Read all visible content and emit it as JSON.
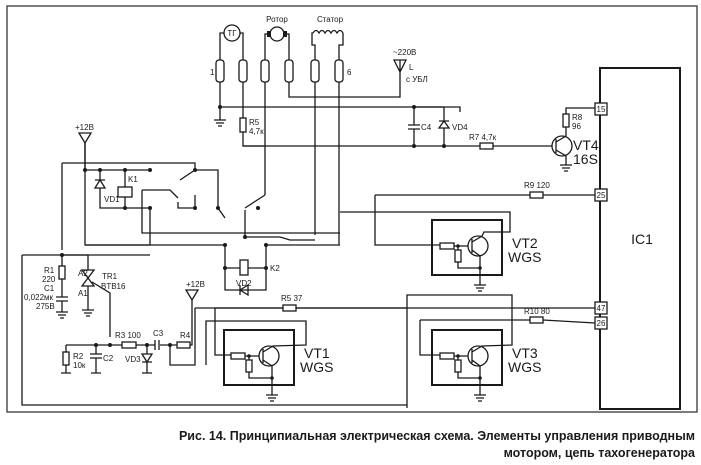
{
  "figure": {
    "caption_line1": "Рис. 14. Принципиальная электрическая схема. Элементы управления приводным",
    "caption_line2": "мотором, цепь тахогенератора"
  },
  "components": {
    "tacho": "ТГ",
    "rotor": "Ротор",
    "stator": "Статор",
    "pin1": "1",
    "pin6": "6",
    "mains": "~220В",
    "mains_L": "L",
    "mains_from": "с УБЛ",
    "r5": "R5",
    "r5_val": "4,7к",
    "c4": "C4",
    "vd4": "VD4",
    "r7": "R7 4,7к",
    "r8": "R8",
    "r8_val": "96",
    "vt4": "VT4",
    "vt4_type": "16S",
    "r9": "R9 120",
    "ic1": "IC1",
    "plus12_a": "+12В",
    "plus12_b": "+12В",
    "k1": "K1",
    "vd1": "VD1",
    "k2": "K2",
    "vd2": "VD2",
    "r1": "R1",
    "r1_val": "220",
    "c1": "C1",
    "c1_val": "0,022мк",
    "c1_volt": "275В",
    "tr1": "TR1",
    "tr1_type": "BTB16",
    "a2": "A2",
    "a1": "A1",
    "r2": "R2",
    "r2_val": "10к",
    "c2": "C2",
    "r3": "R3 100",
    "vd3": "VD3",
    "c3": "C3",
    "r4": "R4",
    "r5b": "R5 37",
    "vt1": "VT1",
    "vt1_type": "WGS",
    "vt2": "VT2",
    "vt2_type": "WGS",
    "vt3": "VT3",
    "vt3_type": "WGS",
    "r10": "R10 80",
    "pins": [
      "15",
      "25",
      "47",
      "26"
    ]
  }
}
